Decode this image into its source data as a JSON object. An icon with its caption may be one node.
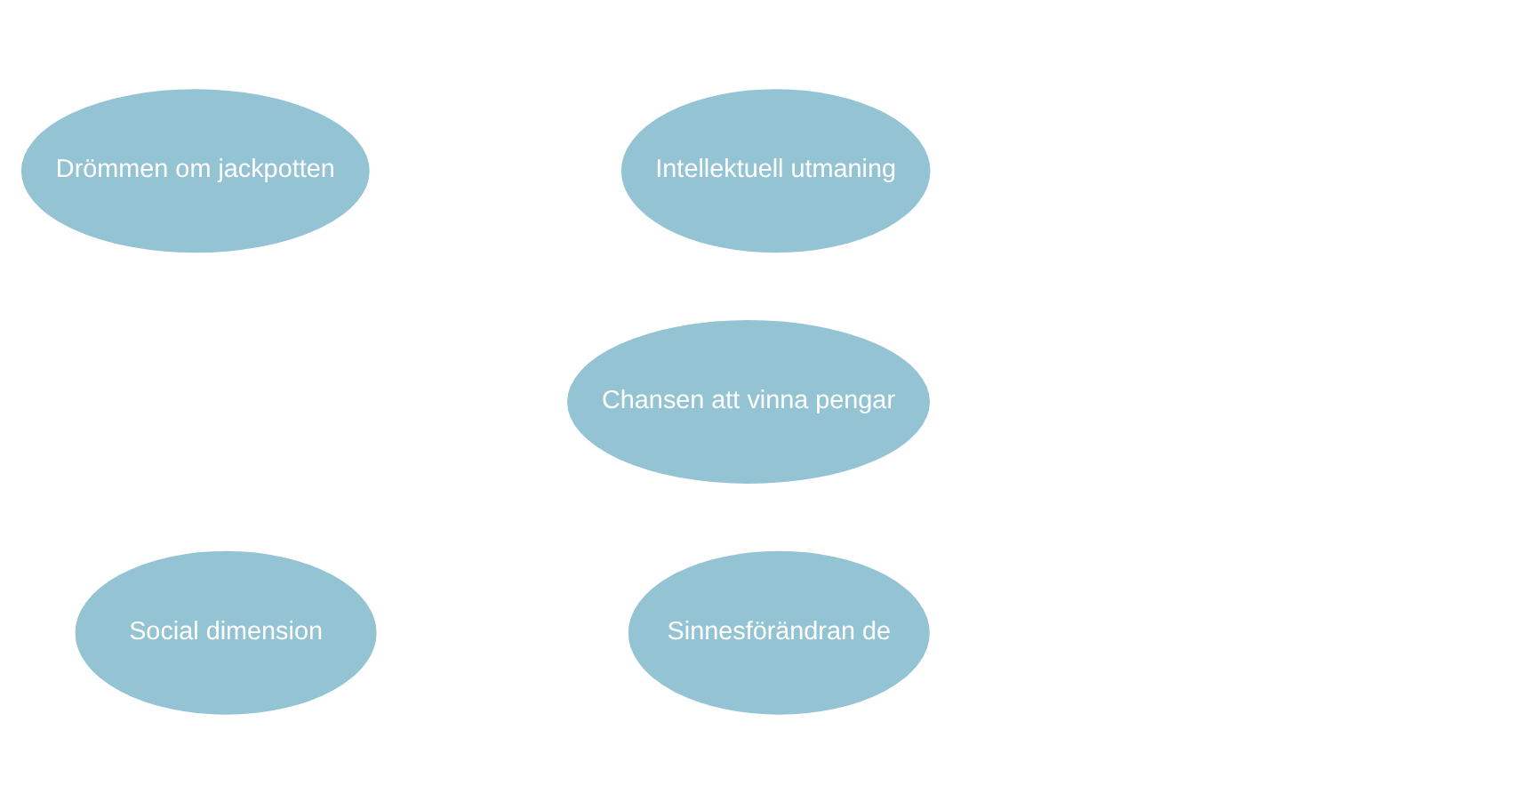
{
  "diagram": {
    "nodes": [
      {
        "text": [
          "Drömmen om jackpotten"
        ]
      },
      {
        "text": [
          "Intellektuell utmaning"
        ]
      },
      {
        "text": [
          "Chansen att vinna pengar"
        ]
      },
      {
        "text": [
          "Social dimension"
        ]
      },
      {
        "text": [
          "Sinnesförändran de"
        ]
      }
    ]
  }
}
